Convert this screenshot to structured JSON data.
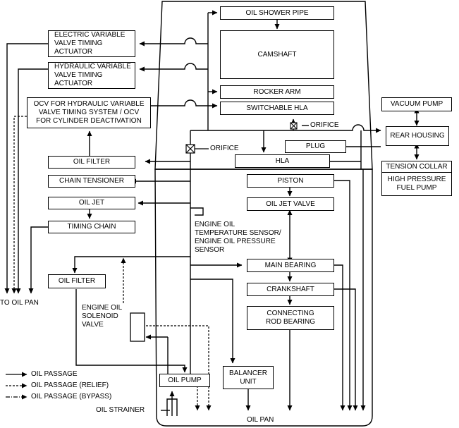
{
  "components": {
    "oil_shower_pipe": "OIL SHOWER PIPE",
    "camshaft": "CAMSHAFT",
    "rocker_arm": "ROCKER ARM",
    "switchable_hla": "SWITCHABLE HLA",
    "plug": "PLUG",
    "hla": "HLA",
    "electric_vvt_actuator": "ELECTRIC VARIABLE\nVALVE TIMING\nACTUATOR",
    "hydraulic_vvt_actuator": "HYDRAULIC VARIABLE\nVALVE TIMING\nACTUATOR",
    "ocv": "OCV FOR HYDRAULIC VARIABLE\nVALVE TIMING SYSTEM / OCV\nFOR CYLINDER DEACTIVATION",
    "oil_filter_upper": "OIL FILTER",
    "chain_tensioner": "CHAIN TENSIONER",
    "oil_jet_left": "OIL JET",
    "timing_chain": "TIMING CHAIN",
    "piston": "PISTON",
    "oil_jet_valve": "OIL JET VALVE",
    "main_bearing": "MAIN BEARING",
    "crankshaft": "CRANKSHAFT",
    "connecting_rod_bearing": "CONNECTING\nROD BEARING",
    "oil_filter_lower": "OIL FILTER",
    "oil_pump": "OIL PUMP",
    "balancer_unit": "BALANCER\nUNIT",
    "vacuum_pump": "VACUUM PUMP",
    "rear_housing": "REAR HOUSING",
    "tension_collar": "TENSION COLLAR",
    "high_pressure_fuel_pump": "HIGH PRESSURE\nFUEL PUMP"
  },
  "labels": {
    "orifice_upper": "ORIFICE",
    "orifice_left": "ORIFICE",
    "engine_oil_sensor": "ENGINE OIL\nTEMPERATURE SENSOR/\nENGINE OIL PRESSURE\nSENSOR",
    "engine_oil_solenoid_valve": "ENGINE OIL\nSOLENOID\nVALVE",
    "to_oil_pan": "TO OIL PAN",
    "oil_strainer": "OIL STRAINER",
    "oil_pan": "OIL PAN"
  },
  "legend": {
    "passage": "OIL PASSAGE",
    "relief": "OIL PASSAGE (RELIEF)",
    "bypass": "OIL PASSAGE (BYPASS)"
  }
}
